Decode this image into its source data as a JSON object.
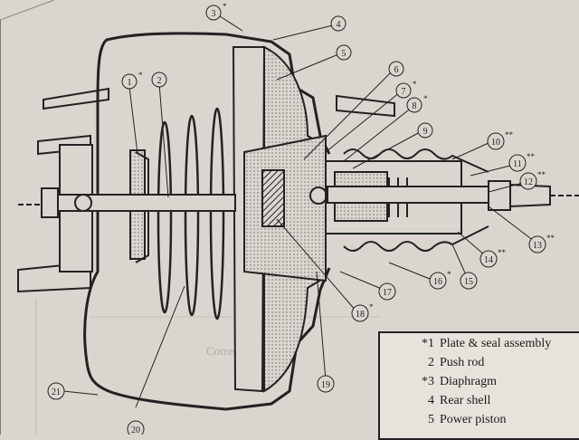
{
  "diagram": {
    "callouts": [
      {
        "mark": "1",
        "star": "*"
      },
      {
        "mark": "2",
        "star": ""
      },
      {
        "mark": "3",
        "star": "*"
      },
      {
        "mark": "4",
        "star": ""
      },
      {
        "mark": "5",
        "star": ""
      },
      {
        "mark": "6",
        "star": ""
      },
      {
        "mark": "7",
        "star": "*"
      },
      {
        "mark": "8",
        "star": "*"
      },
      {
        "mark": "9",
        "star": ""
      },
      {
        "mark": "10",
        "star": "**"
      },
      {
        "mark": "11",
        "star": "**"
      },
      {
        "mark": "12",
        "star": "**"
      },
      {
        "mark": "13",
        "star": "**"
      },
      {
        "mark": "14",
        "star": "**"
      },
      {
        "mark": "15",
        "star": ""
      },
      {
        "mark": "16",
        "star": "*"
      },
      {
        "mark": "17",
        "star": ""
      },
      {
        "mark": "18",
        "star": "*"
      },
      {
        "mark": "19",
        "star": ""
      },
      {
        "mark": "20",
        "star": ""
      },
      {
        "mark": "21",
        "star": ""
      }
    ]
  },
  "background_text": "Corrective action",
  "legend": {
    "rows": [
      {
        "mark": "*1",
        "label": "Plate & seal assembly"
      },
      {
        "mark": "2",
        "label": "Push rod"
      },
      {
        "mark": "*3",
        "label": "Diaphragm"
      },
      {
        "mark": "4",
        "label": "Rear shell"
      },
      {
        "mark": "5",
        "label": "Power piston"
      }
    ]
  },
  "colors": {
    "paper": "#dad6cf",
    "ink": "#222222"
  }
}
